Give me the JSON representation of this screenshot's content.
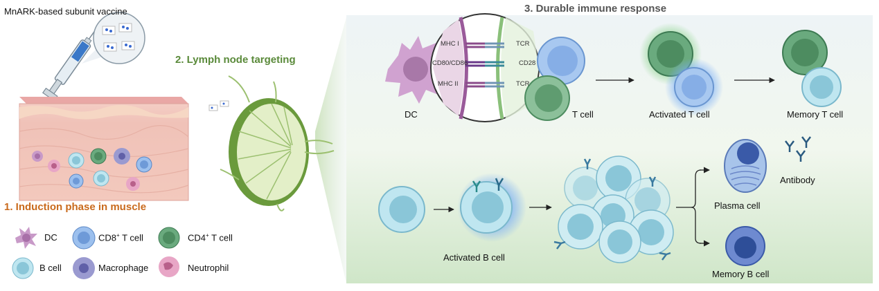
{
  "header": {
    "vaccine_label": "MnARK-based subunit vaccine",
    "step2_title": "2. Lymph node targeting",
    "step3_title": "3. Durable immune response",
    "step1_title": "1. Induction phase in muscle"
  },
  "legend": {
    "dc": "DC",
    "cd8_prefix": "CD8",
    "cd8_sup": "+",
    "cd8_suffix": " T cell",
    "cd4_prefix": "CD4",
    "cd4_sup": "+",
    "cd4_suffix": " T cell",
    "bcell": "B cell",
    "macrophage": "Macrophage",
    "neutrophil": "Neutrophil"
  },
  "synapse": {
    "mhc1": "MHC I",
    "cd80": "CD80/CD86",
    "mhc2": "MHC II",
    "tcr1": "TCR",
    "cd28": "CD28",
    "tcr2": "TCR"
  },
  "tcell_row": {
    "dc": "DC",
    "tcell": "T cell",
    "activated": "Activated T cell",
    "memory": "Memory T cell"
  },
  "bcell_row": {
    "activated": "Activated B cell",
    "plasma": "Plasma cell",
    "antibody": "Antibody",
    "memory": "Memory B cell"
  },
  "colors": {
    "green_title": "#5a8a3a",
    "orange_title": "#c96a1c",
    "dc_purple": "#c89ac8",
    "cd8_blue": "#9cc0ee",
    "cd4_green": "#6aaa7e",
    "bcell_cyan": "#bfe6f0",
    "macrophage": "#9a9ad0",
    "neutrophil": "#e8a6c6"
  }
}
